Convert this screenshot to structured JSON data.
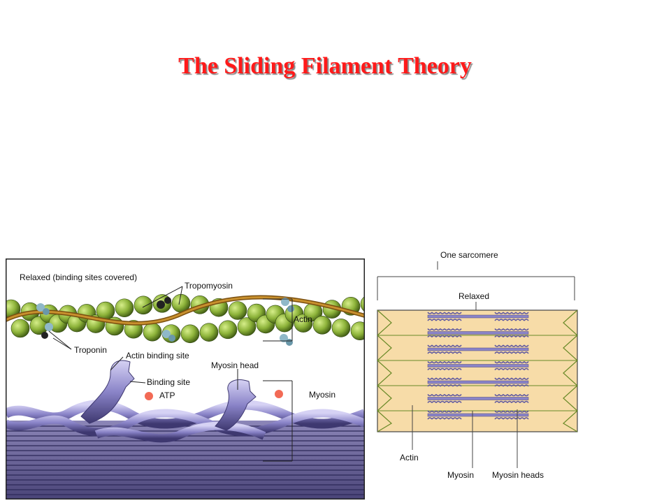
{
  "title": "The Sliding Filament Theory",
  "left_diagram": {
    "relaxed_label": "Relaxed (binding sites covered)",
    "tropomyosin": "Tropomyosin",
    "actin": "Actin",
    "troponin": "Troponin",
    "actin_binding_site": "Actin binding site",
    "binding_site": "Binding site",
    "atp": "ATP",
    "myosin_head": "Myosin head",
    "myosin": "Myosin"
  },
  "right_diagram": {
    "one_sarcomere": "One sarcomere",
    "relaxed": "Relaxed",
    "actin": "Actin",
    "myosin": "Myosin",
    "myosin_heads": "Myosin heads"
  },
  "colors": {
    "title": "#ff1a1a",
    "actin_bead": "#8db33a",
    "tropomyosin": "#a0701e",
    "myosin": "#8a84c8",
    "atp": "#f26a55",
    "sarcomere_bg": "#f7dca8"
  }
}
